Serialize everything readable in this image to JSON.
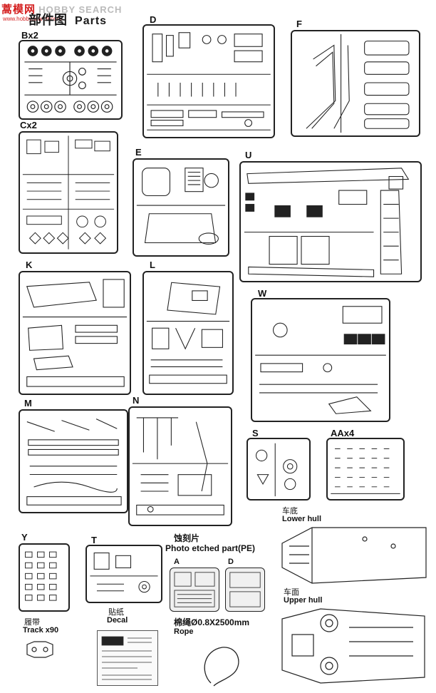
{
  "watermark": {
    "brand": "蒿模网",
    "search": "HOBBY SEARCH",
    "url": "www.hobbysearch.com"
  },
  "header": {
    "title_cn": "部件图",
    "title_en": "Parts"
  },
  "sprues": {
    "b": "Bx2",
    "c": "Cx2",
    "d": "D",
    "e": "E",
    "f": "F",
    "u": "U",
    "k": "K",
    "l": "L",
    "w": "W",
    "m": "M",
    "n": "N",
    "s": "S",
    "aa": "AAx4",
    "y": "Y",
    "t": "T"
  },
  "photo_etch": {
    "label_cn": "蚀刻片",
    "label_en": "Photo etched part(PE)",
    "sheet_a": "A",
    "sheet_d": "D"
  },
  "decal": {
    "label_cn": "贴纸",
    "label_en": "Decal"
  },
  "track": {
    "label_cn": "履带",
    "label_en": "Track x90"
  },
  "rope": {
    "label_cn": "棉绳Ø0.8X2500mm",
    "label_en": "Rope"
  },
  "lower_hull": {
    "label_cn": "车底",
    "label_en": "Lower hull"
  },
  "upper_hull": {
    "label_cn": "车面",
    "label_en": "Upper hull"
  },
  "colors": {
    "line": "#222222",
    "watermark_red": "#d42020",
    "watermark_gray": "#bbbbbb"
  }
}
